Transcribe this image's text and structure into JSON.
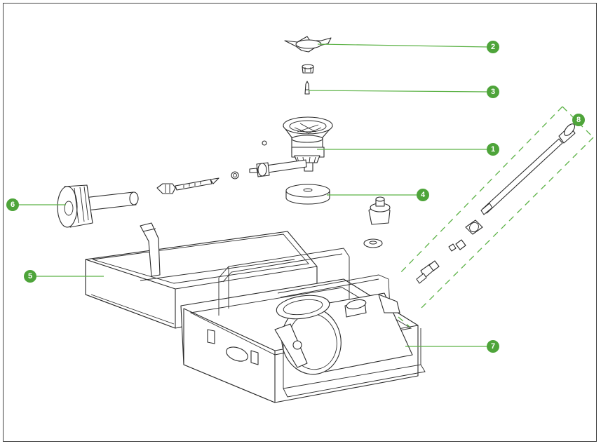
{
  "diagram": {
    "accent_color": "#4ea43a",
    "callouts": [
      {
        "id": "callout-1",
        "label": "1"
      },
      {
        "id": "callout-2",
        "label": "2"
      },
      {
        "id": "callout-3",
        "label": "3"
      },
      {
        "id": "callout-4",
        "label": "4"
      },
      {
        "id": "callout-5",
        "label": "5"
      },
      {
        "id": "callout-6",
        "label": "6"
      },
      {
        "id": "callout-7",
        "label": "7"
      },
      {
        "id": "callout-8",
        "label": "8"
      }
    ]
  }
}
